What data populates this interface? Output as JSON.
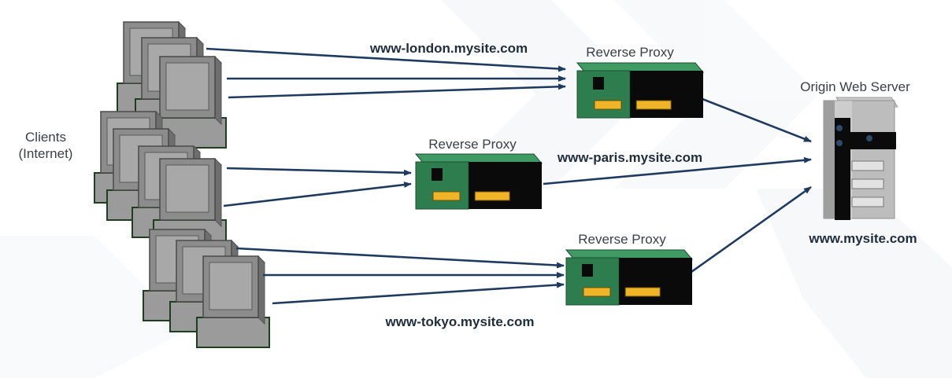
{
  "labels": {
    "clients": "Clients",
    "clients_sub": "(Internet)",
    "proxy_london": "Reverse Proxy",
    "proxy_paris": "Reverse Proxy",
    "proxy_tokyo": "Reverse Proxy",
    "origin": "Origin Web Server",
    "host_london": "www-london.mysite.com",
    "host_paris": "www-paris.mysite.com",
    "host_tokyo": "www-tokyo.mysite.com",
    "host_origin": "www.mysite.com"
  },
  "colors": {
    "arrow": "#1f3a5f",
    "proxy_green": "#2e7d4f",
    "proxy_black": "#0a0a0a",
    "proxy_led": "#f0b429",
    "monitor_gray": "#8c8c8c",
    "server_gray": "#9a9a9a",
    "background_tint": "#eef1f4"
  }
}
